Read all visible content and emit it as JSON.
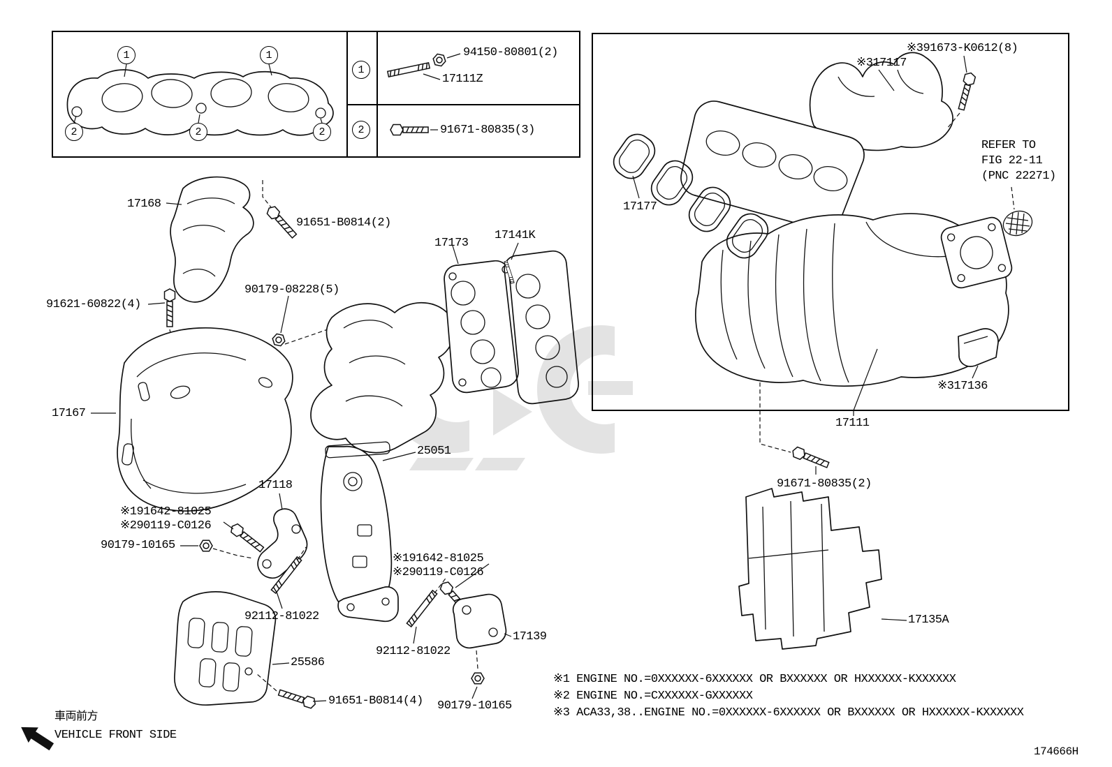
{
  "callouts": {
    "c1": "1",
    "c2": "2"
  },
  "legend": {
    "row1_part": "94150-80801(2)",
    "row1_sub_part": "17111Z",
    "row2_part": "91671-80835(3)"
  },
  "labels": {
    "p17168": "17168",
    "b91651_b0814_2": "91651-B0814(2)",
    "b91621_60822_4": "91621-60822(4)",
    "n90179_08228_5": "90179-08228(5)",
    "p17173": "17173",
    "p17141k": "17141K",
    "p17167": "17167",
    "p25051": "25051",
    "p17118": "17118",
    "ref191642_left": "※191642-81025",
    "ref290119_left": "※290119-C0126",
    "n90179_10165_left": "90179-10165",
    "b92112_81022_left": "92112-81022",
    "p25586": "25586",
    "b91651_b0814_4": "91651-B0814(4)",
    "b92112_81022_right": "92112-81022",
    "ref191642_right": "※191642-81025",
    "ref290119_right": "※290119-C0126",
    "p17139": "17139",
    "n90179_10165_bottom": "90179-10165",
    "ref391673": "※391673-K0612(8)",
    "p17117": "※317117",
    "p17177": "17177",
    "p17136": "※317136",
    "p17111": "17111",
    "b91671_80835_2": "91671-80835(2)",
    "p17135a": "17135A"
  },
  "refer_note": {
    "line1": "REFER TO",
    "line2": "FIG 22-11",
    "line3": "(PNC 22271)"
  },
  "notes": {
    "note1": "※1 ENGINE NO.=0XXXXXX-6XXXXXX OR BXXXXXX OR HXXXXXX-KXXXXXX",
    "note2": "※2 ENGINE NO.=CXXXXXX-GXXXXXX",
    "note3": "※3 ACA33,38..ENGINE NO.=0XXXXXX-6XXXXXX OR BXXXXXX OR HXXXXXX-KXXXXXX"
  },
  "footer": {
    "front_side_jp": "車両前方",
    "front_side_en": "VEHICLE FRONT SIDE",
    "drawing_code": "174666H"
  }
}
